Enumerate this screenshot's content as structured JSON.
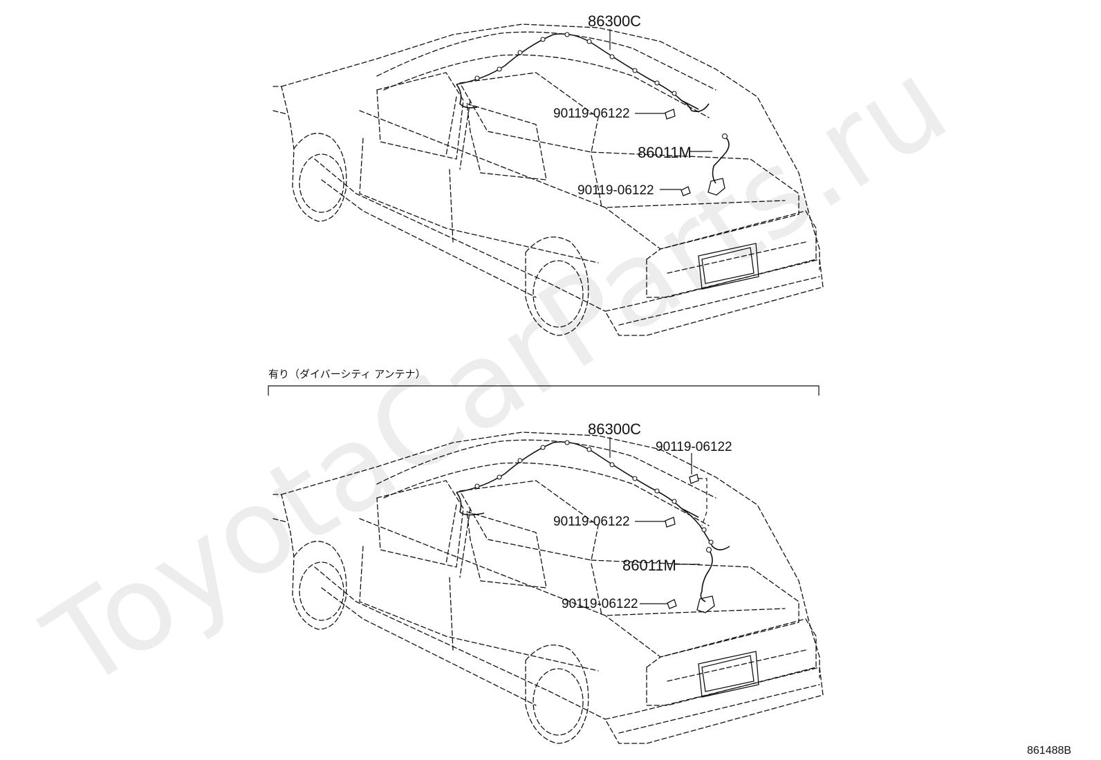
{
  "watermark": "ToyotaCarParts.ru",
  "diagram_code": "861488B",
  "variant_caption": "有り（ダイバーシティ アンテナ）",
  "upper_view": {
    "labels": {
      "harness": "86300C",
      "clamp_upper": "90119-06122",
      "amplifier": "86011M",
      "clamp_lower": "90119-06122"
    }
  },
  "lower_view": {
    "labels": {
      "harness": "86300C",
      "clamp_top": "90119-06122",
      "clamp_upper": "90119-06122",
      "amplifier": "86011M",
      "clamp_lower": "90119-06122"
    }
  }
}
